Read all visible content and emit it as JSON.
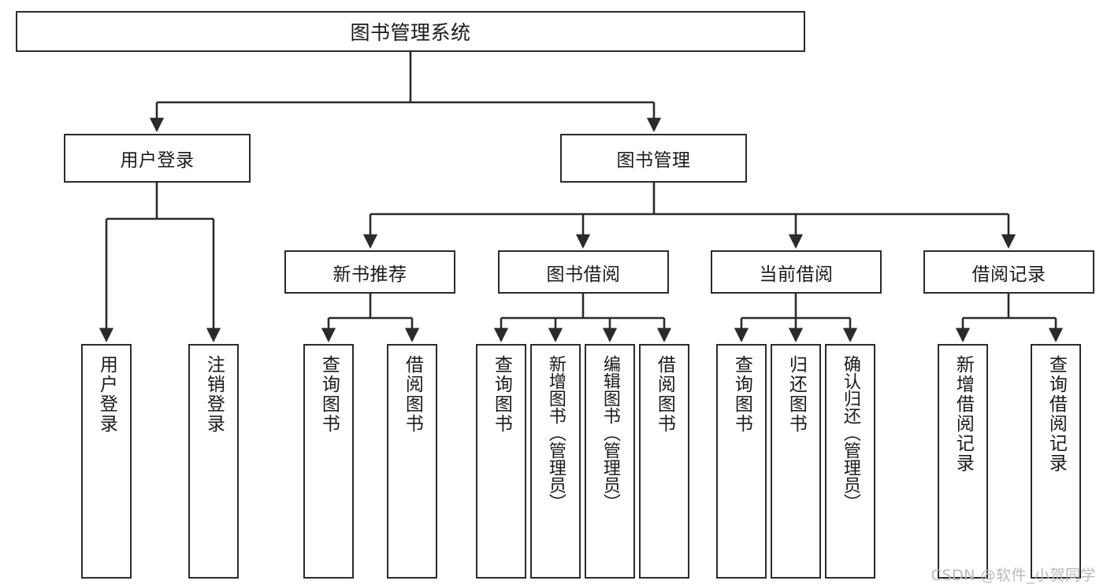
{
  "diagram": {
    "title": "图书管理系统",
    "root": {
      "id": "root",
      "label": "图书管理系统"
    },
    "level2": [
      {
        "id": "user-login",
        "label": "用户登录"
      },
      {
        "id": "book-manage",
        "label": "图书管理"
      }
    ],
    "level3": [
      {
        "id": "new-book-rec",
        "label": "新书推荐"
      },
      {
        "id": "book-borrow",
        "label": "图书借阅"
      },
      {
        "id": "current-borrow",
        "label": "当前借阅"
      },
      {
        "id": "borrow-record",
        "label": "借阅记录"
      }
    ],
    "leaves": [
      {
        "id": "leaf-user-login",
        "label": "用户登录",
        "parent": "user-login"
      },
      {
        "id": "leaf-user-logout",
        "label": "注销登录",
        "parent": "user-login"
      },
      {
        "id": "leaf-query-book-1",
        "label": "查询图书",
        "parent": "new-book-rec"
      },
      {
        "id": "leaf-borrow-book-1",
        "label": "借阅图书",
        "parent": "new-book-rec"
      },
      {
        "id": "leaf-query-book-2",
        "label": "查询图书",
        "parent": "book-borrow"
      },
      {
        "id": "leaf-add-book",
        "label": "新增图书（管理员）",
        "parent": "book-borrow"
      },
      {
        "id": "leaf-edit-book",
        "label": "编辑图书（管理员）",
        "parent": "book-borrow"
      },
      {
        "id": "leaf-borrow-book-2",
        "label": "借阅图书",
        "parent": "book-borrow"
      },
      {
        "id": "leaf-query-book-3",
        "label": "查询图书",
        "parent": "current-borrow"
      },
      {
        "id": "leaf-return-book",
        "label": "归还图书",
        "parent": "current-borrow"
      },
      {
        "id": "leaf-confirm-return",
        "label": "确认归还（管理员）",
        "parent": "current-borrow"
      },
      {
        "id": "leaf-add-record",
        "label": "新增借阅记录",
        "parent": "borrow-record"
      },
      {
        "id": "leaf-query-record",
        "label": "查询借阅记录",
        "parent": "borrow-record"
      }
    ]
  },
  "watermark": {
    "text": "CSDN @软件_小贺同学"
  },
  "colors": {
    "stroke": "#2b2b2b",
    "fill": "#ffffff",
    "text": "#1a1a1a",
    "watermark": "#b9b9b9"
  }
}
